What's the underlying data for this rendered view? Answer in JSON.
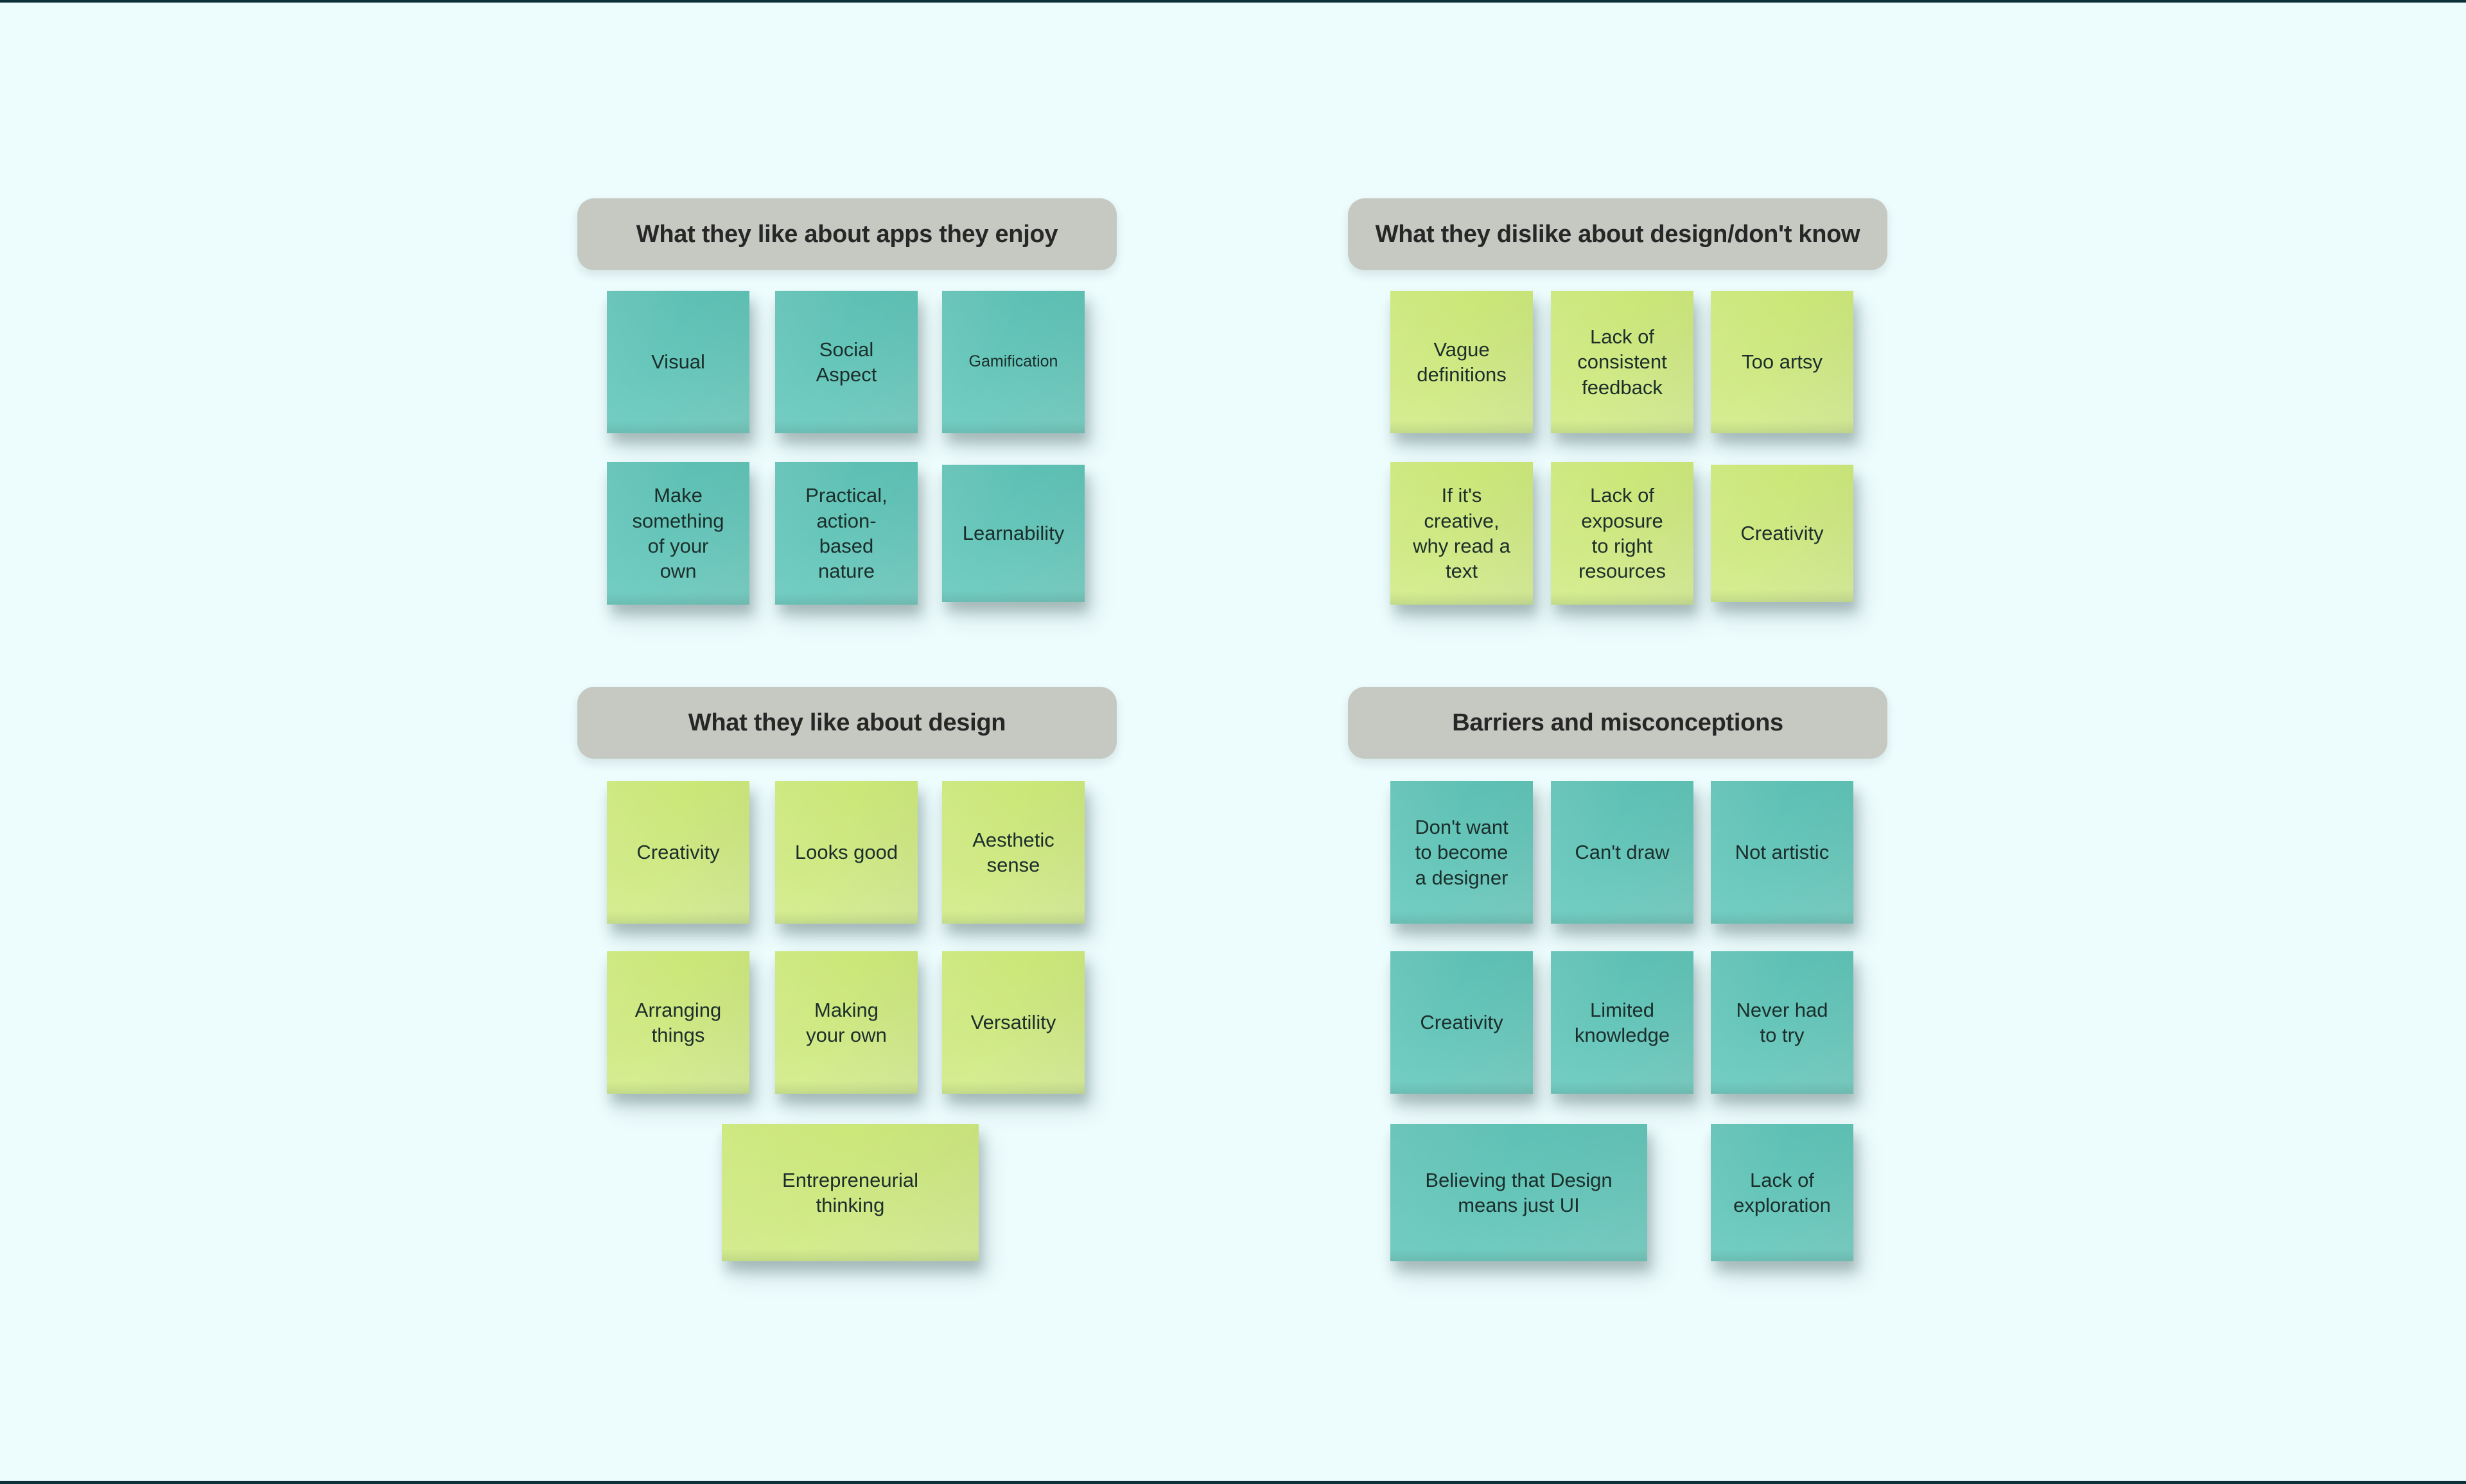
{
  "canvas": {
    "background_color": "#edfcfd",
    "edge_bar_color": "#0d3138"
  },
  "palette": {
    "header_bg": "#c6c9c2",
    "header_text": "#272727",
    "teal_note": "#66c6ba",
    "green_note": "#cfe983",
    "note_text": "#1c2e2b"
  },
  "boards": [
    {
      "title": "What they like about apps they enjoy",
      "note_color": "#66c6ba",
      "notes": [
        {
          "text": "Visual"
        },
        {
          "text": "Social\nAspect"
        },
        {
          "text": "Gamification"
        },
        {
          "text": "Make\nsomething\nof your\nown"
        },
        {
          "text": "Practical,\naction-\nbased\nnature"
        },
        {
          "text": "Learnability"
        }
      ]
    },
    {
      "title": "What they dislike about design/don't know",
      "note_color": "#cfe983",
      "notes": [
        {
          "text": "Vague\ndefinitions"
        },
        {
          "text": "Lack of\nconsistent\nfeedback"
        },
        {
          "text": "Too artsy"
        },
        {
          "text": "If it's\ncreative,\nwhy read a\ntext"
        },
        {
          "text": "Lack of\nexposure\nto right\nresources"
        },
        {
          "text": "Creativity"
        }
      ]
    },
    {
      "title": "What they like about design",
      "note_color": "#cfe983",
      "notes": [
        {
          "text": "Creativity"
        },
        {
          "text": "Looks good"
        },
        {
          "text": "Aesthetic\nsense"
        },
        {
          "text": "Arranging\nthings"
        },
        {
          "text": "Making\nyour own"
        },
        {
          "text": "Versatility"
        },
        {
          "text": "Entrepreneurial\nthinking"
        }
      ]
    },
    {
      "title": "Barriers and misconceptions",
      "note_color": "#66c6ba",
      "notes": [
        {
          "text": "Don't want\nto become\na designer"
        },
        {
          "text": "Can't draw"
        },
        {
          "text": "Not artistic"
        },
        {
          "text": "Creativity"
        },
        {
          "text": "Limited\nknowledge"
        },
        {
          "text": "Never had\nto try"
        },
        {
          "text": "Believing that Design\nmeans just UI"
        },
        {
          "text": "Lack of\nexploration"
        }
      ]
    }
  ]
}
